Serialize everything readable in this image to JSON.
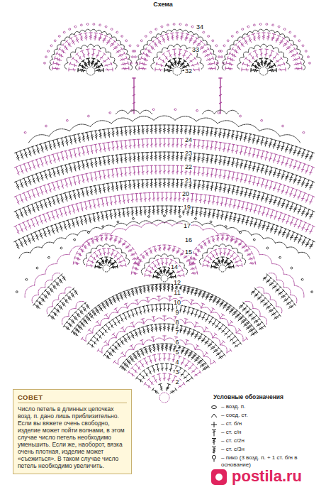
{
  "diagram": {
    "title": "Схема",
    "nodes": [
      {
        "text": [
          "СОВЕТ",
          "Число петель в длинных цепочках возд. п. дано лишь приблизительно. Если вы вяжете очень свободно, изделие может пойти волнами, в этом случае число петель необходимо уменьшить. Если же, наоборот, вязка очень плотная, изделие может «съежиться». В таком случае число петель необходимо увеличить."
        ]
      }
    ],
    "labels": [
      "34",
      "33",
      "32",
      "24",
      "23",
      "22",
      "21",
      "20",
      "19",
      "17",
      "16",
      "15",
      "14",
      "12",
      "11",
      "10",
      "9",
      "8",
      "7",
      "6",
      "5",
      "4",
      "3",
      "2",
      "Условные обозначения",
      "postila.ru"
    ],
    "legend": [
      {
        "text": "– возд. п."
      },
      {
        "text": "– соед. ст."
      },
      {
        "text": "– ст. б/н"
      },
      {
        "text": "– ст. с/н"
      },
      {
        "text": "– ст. с/2н"
      },
      {
        "text": "– ст. с/3н"
      },
      {
        "text": "– пико (3 возд. п. + 1 ст. б/н в основание)"
      }
    ]
  }
}
